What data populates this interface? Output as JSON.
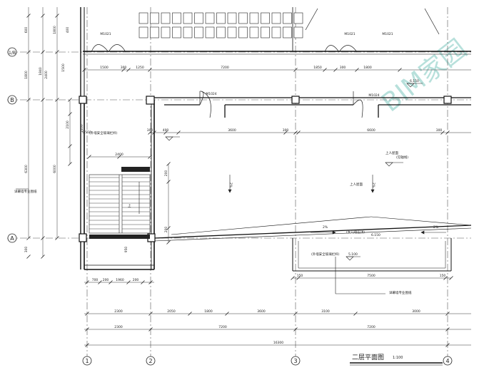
{
  "drawing": {
    "title": "二层平面图",
    "title_scale": "1:100",
    "watermark": "BIM家园"
  },
  "grid": {
    "columns": [
      "1",
      "2",
      "3",
      "4"
    ],
    "rows": [
      "A",
      "B",
      "1/B"
    ]
  },
  "dims": {
    "top_row": [
      "1500",
      "300",
      "1250",
      "7200",
      "1850",
      "300",
      "1800"
    ],
    "upper_row2": [
      "300",
      "400",
      "3600",
      "300",
      "6600",
      "300"
    ],
    "stair_top": "2400",
    "stair_bottom": [
      "700",
      "200",
      "1960",
      "200"
    ],
    "bottom_row1": [
      "2300",
      "2050",
      "1800",
      "3600",
      "3100",
      "3000"
    ],
    "bottom_row2": [
      "2300",
      "7200",
      "7200"
    ],
    "bottom_total": "16300",
    "left_col1": [
      "600",
      "1800",
      "6300",
      "300"
    ],
    "left_col2": [
      "1840",
      "2400",
      "1800",
      "6000"
    ],
    "left_col3": [
      "2100",
      "1500",
      "400"
    ],
    "mid_small": [
      "200",
      "200",
      "2100",
      "950"
    ],
    "bay_a": [
      "150",
      "7500",
      "150"
    ]
  },
  "doors": {
    "m1021_a": "M1021",
    "m1021_b": "M1021",
    "m1021_c": "M1021",
    "m1024_a": "M1024",
    "m1024_b": "M1024"
  },
  "annotations": {
    "elev_1": "5.550",
    "elev_2": "6.150",
    "elev_3": "5.100",
    "elev_4": "6.150",
    "stair_up": "上",
    "slope_1": "2%",
    "slope_2": "2%",
    "slope_3": "2%",
    "note_rail": "详幕墙专业图纸",
    "note_rail2": "详幕墙专业图纸",
    "note_rain": "(外墙安全玻璃栏杆)",
    "note_rain2": "(外墙安全玻璃栏杆)",
    "note_roof": "上人屋面",
    "note_roof_sub": "(见轴线)",
    "note_roof2": "上人屋面",
    "note_hatch": "(女儿墙压顶)"
  }
}
